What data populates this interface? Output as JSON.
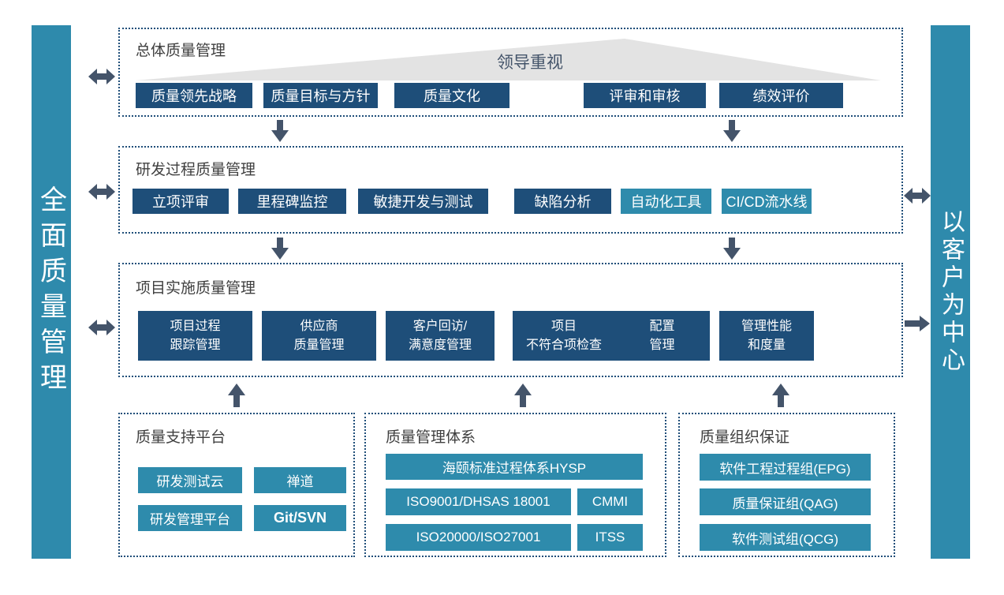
{
  "left_bar": {
    "text": "全面质量管理"
  },
  "right_bar": {
    "text": "以客户为中心"
  },
  "sections": {
    "overall": {
      "title": "总体质量管理",
      "banner": "领导重视",
      "items": [
        "质量领先战略",
        "质量目标与方针",
        "质量文化",
        "评审和审核",
        "绩效评价"
      ]
    },
    "rd_process": {
      "title": "研发过程质量管理",
      "items": [
        {
          "label": "立项评审",
          "style": "dark"
        },
        {
          "label": "里程碑监控",
          "style": "dark"
        },
        {
          "label": "敏捷开发与测试",
          "style": "dark"
        },
        {
          "label": "缺陷分析",
          "style": "dark"
        },
        {
          "label": "自动化工具",
          "style": "teal"
        },
        {
          "label": "CI/CD流水线",
          "style": "teal"
        }
      ]
    },
    "project_impl": {
      "title": "项目实施质量管理",
      "items": [
        {
          "line1": "项目过程",
          "line2": "跟踪管理"
        },
        {
          "line1": "供应商",
          "line2": "质量管理"
        },
        {
          "line1": "客户回访/",
          "line2": "满意度管理"
        },
        {
          "line1": "项目",
          "line2": "不符合项检查"
        },
        {
          "line1": "配置",
          "line2": "管理"
        },
        {
          "line1": "管理性能",
          "line2": "和度量"
        }
      ]
    },
    "support_platform": {
      "title": "质量支持平台",
      "items": [
        "研发测试云",
        "禅道",
        "研发管理平台",
        "Git/SVN"
      ]
    },
    "quality_system": {
      "title": "质量管理体系",
      "wide_item": "海颐标准过程体系HYSP",
      "rows": [
        {
          "left": "ISO9001/DHSAS 18001",
          "right": "CMMI"
        },
        {
          "left": "ISO20000/ISO27001",
          "right": "ITSS"
        }
      ]
    },
    "quality_org": {
      "title": "质量组织保证",
      "items": [
        "软件工程过程组(EPG)",
        "质量保证组(QAG)",
        "软件测试组(QCG)"
      ]
    }
  },
  "icons": {
    "arrow_down": "filled-down-arrow",
    "arrow_up": "filled-up-arrow",
    "arrow_double_horizontal": "filled-left-right-arrow",
    "arrow_right": "filled-right-arrow"
  },
  "colors": {
    "dark_block": "#1E4E79",
    "teal_block": "#2E8BAC",
    "side_bar": "#2E8AAC",
    "arrow": "#44546A",
    "dotted_border": "#1F4E79",
    "triangle": "#E3E3E3",
    "section_title_text": "#3F3F3F",
    "banner_text": "#44546A"
  }
}
